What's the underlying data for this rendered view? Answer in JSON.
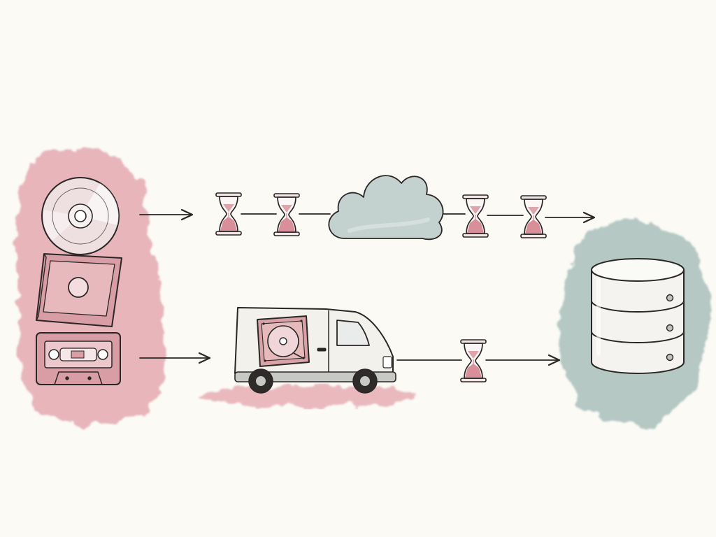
{
  "diagram": {
    "kind": "data-transfer-comparison",
    "routes": [
      {
        "id": "network",
        "path": [
          "legacy-media",
          "hourglass",
          "hourglass",
          "cloud",
          "hourglass",
          "hourglass",
          "database"
        ],
        "hourglass_count": 4
      },
      {
        "id": "physical-shipping",
        "path": [
          "legacy-media",
          "delivery-van",
          "hourglass",
          "database"
        ],
        "hourglass_count": 1
      }
    ],
    "source": {
      "items": [
        "compact-disc-icon",
        "disc-case-icon",
        "cassette-tape-icon"
      ]
    },
    "destination": {
      "item": "database-icon"
    }
  },
  "colors": {
    "background": "#fbfaf5",
    "ink": "#2a2626",
    "rose_wash": "#e3a4ac",
    "teal_wash": "#a9c0bc",
    "sand": "#d88f99",
    "van_body": "#f3f1ec",
    "van_bumper": "#c7c9c5",
    "drive_panel": "#d9a2a6",
    "cloud_fill": "#c3d2cf",
    "db_fill": "#f4f3ef"
  }
}
